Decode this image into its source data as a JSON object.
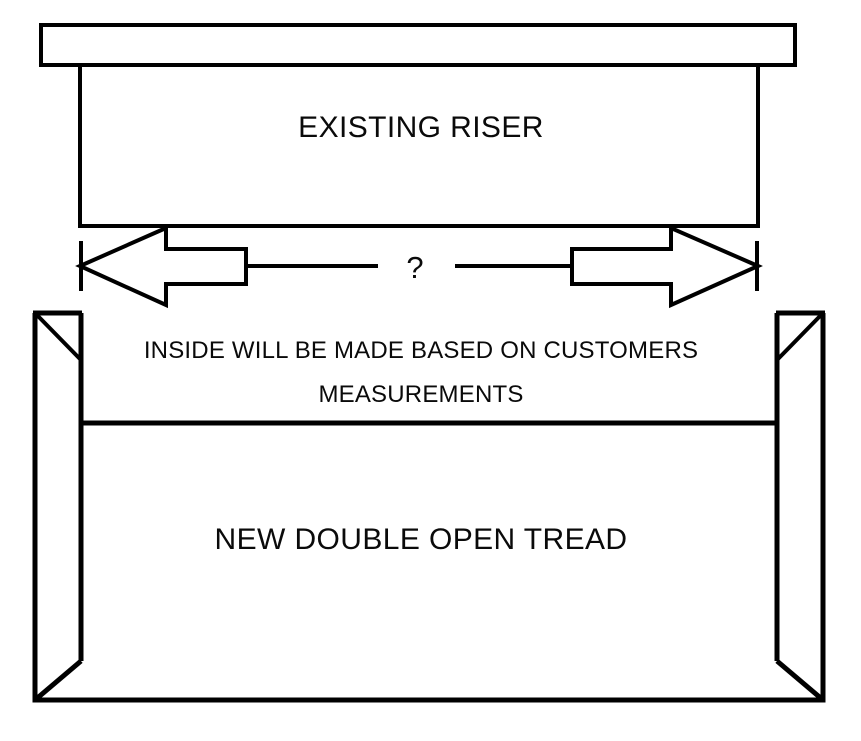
{
  "drawing": {
    "title_text": "EXISTING RISER",
    "dimension_query_label": "?",
    "note_line_1": "INSIDE WILL BE MADE BASED ON CUSTOMERS",
    "note_line_2": "MEASUREMENTS",
    "tread_label": "NEW DOUBLE OPEN TREAD",
    "colors": {
      "stroke": "#000000",
      "fill": "#ffffff",
      "text": "#0a0a0a",
      "background": "#ffffff"
    },
    "parts": {
      "nosing_bar": "nosing-bar",
      "riser_panel": "existing-riser-panel",
      "dimension_arrow_left": "left-dimension-arrow",
      "dimension_arrow_right": "right-dimension-arrow",
      "extension_tick_left": "left-extension-tick",
      "extension_tick_right": "right-extension-tick",
      "tread_outline": "new-double-open-tread-outline",
      "stile_left": "left-stile",
      "stile_right": "right-stile",
      "mitre_top_left": "top-left-mitre",
      "mitre_top_right": "top-right-mitre",
      "mitre_bottom_left": "bottom-left-mitre",
      "mitre_bottom_right": "bottom-right-mitre",
      "tread_divider": "tread-divider-line"
    }
  }
}
